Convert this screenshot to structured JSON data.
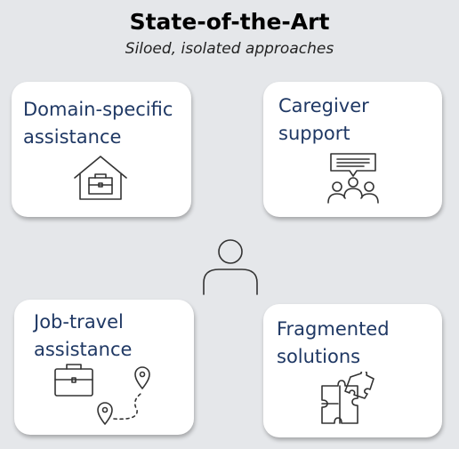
{
  "header": {
    "title": "State-of-the-Art",
    "subtitle": "Siloed, isolated approaches"
  },
  "cards": [
    {
      "label": "Domain-specific\nassistance",
      "icon": "house-briefcase-icon"
    },
    {
      "label": "Caregiver\nsupport",
      "icon": "group-chat-icon"
    },
    {
      "label": "Job-travel\nassistance",
      "icon": "briefcase-route-icon"
    },
    {
      "label": "Fragmented\nsolutions",
      "icon": "puzzle-icon"
    }
  ],
  "center_icon": "person-icon",
  "colors": {
    "background": "#e5e7ea",
    "card": "#ffffff",
    "label": "#1f3864"
  }
}
